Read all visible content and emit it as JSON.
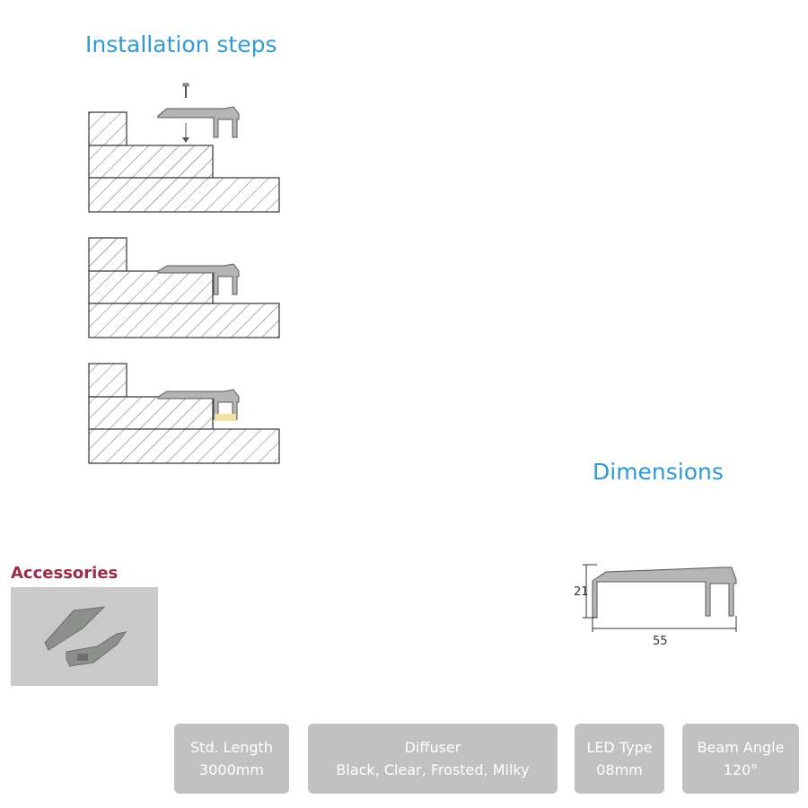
{
  "installation": {
    "title": "Installation steps"
  },
  "dimensions": {
    "title": "Dimensions",
    "height_label": "21",
    "width_label": "55"
  },
  "accessories": {
    "title": "Accessories"
  },
  "specs": [
    {
      "label": "Std. Length",
      "value": "3000mm"
    },
    {
      "label": "Diffuser",
      "value": "Black, Clear, Frosted, Milky"
    },
    {
      "label": "LED Type",
      "value": "08mm"
    },
    {
      "label": "Beam Angle",
      "value": "120°"
    }
  ],
  "colors": {
    "heading": "#2f9ad6",
    "accessories_heading": "#9b2c4a",
    "spec_box": "#c1c1c1",
    "led_strip": "#f3e3a0"
  }
}
